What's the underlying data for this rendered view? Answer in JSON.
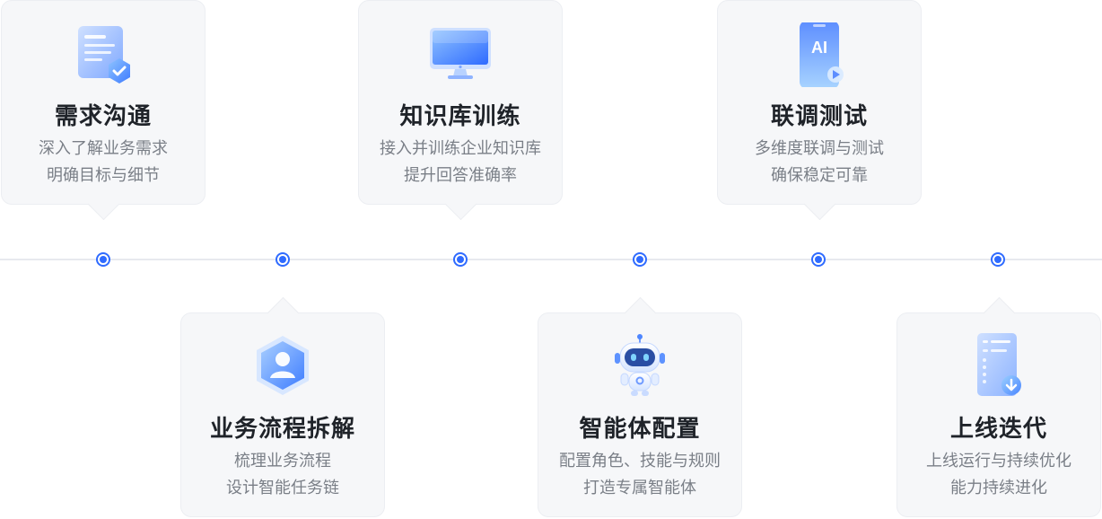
{
  "accent_color": "#2f6bff",
  "steps": [
    {
      "title": "需求沟通",
      "line1": "深入了解业务需求",
      "line2": "明确目标与细节",
      "icon": "document-check-icon"
    },
    {
      "title": "业务流程拆解",
      "line1": "梳理业务流程",
      "line2": "设计智能任务链",
      "icon": "user-hexagon-icon"
    },
    {
      "title": "知识库训练",
      "line1": "接入并训练企业知识库",
      "line2": "提升回答准确率",
      "icon": "monitor-icon"
    },
    {
      "title": "智能体配置",
      "line1": "配置角色、技能与规则",
      "line2": "打造专属智能体",
      "icon": "robot-icon"
    },
    {
      "title": "联调测试",
      "line1": "多维度联调与测试",
      "line2": "确保稳定可靠",
      "icon": "ai-phone-icon",
      "icon_text": "AI"
    },
    {
      "title": "上线迭代",
      "line1": "上线运行与持续优化",
      "line2": "能力持续进化",
      "icon": "document-download-icon"
    }
  ]
}
